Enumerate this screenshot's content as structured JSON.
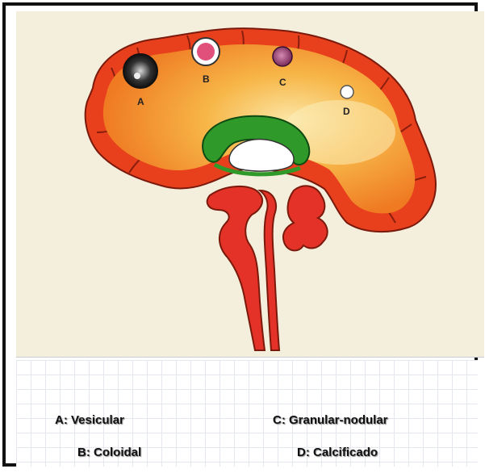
{
  "markers": {
    "a": "A",
    "b": "B",
    "c": "C",
    "d": "D"
  },
  "legend": {
    "a": "A: Vesicular",
    "b": "B: Coloidal",
    "c": "C: Granular-nodular",
    "d": "D: Calcificado"
  },
  "colors": {
    "background": "#f4eedc",
    "cortex": "#e8401c",
    "parenchyma": "#f6a12a",
    "corpus_callosum": "#2f9a2a",
    "brainstem": "#e53228"
  }
}
